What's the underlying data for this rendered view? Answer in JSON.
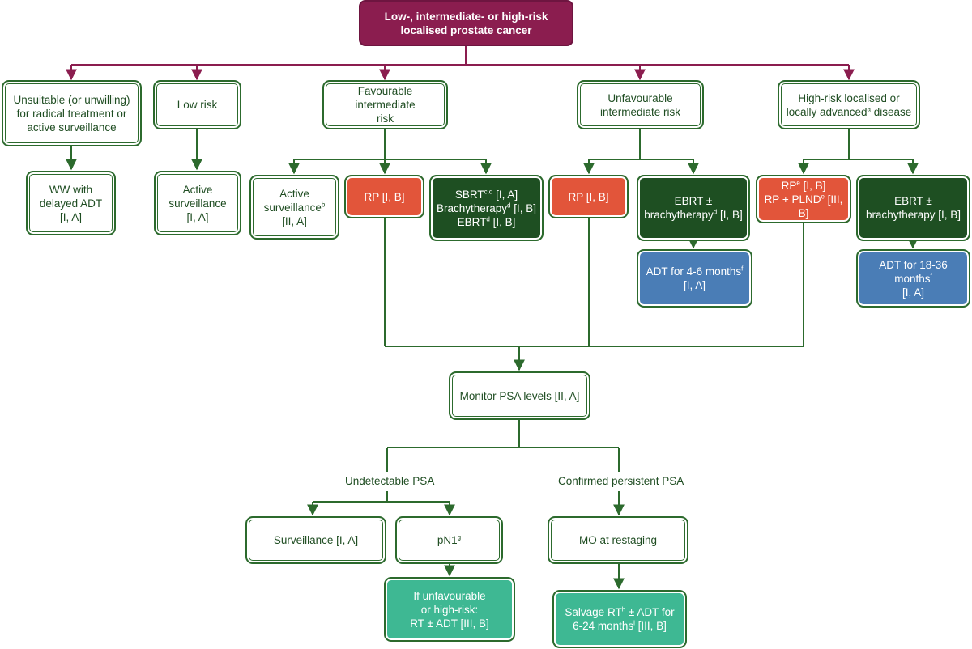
{
  "root": {
    "line1": "Low-, intermediate- or high-risk",
    "line2": "localised prostate cancer"
  },
  "categories": {
    "unsuitable": {
      "line1": "Unsuitable (or unwilling)",
      "line2": "for radical treatment or",
      "line3": "active surveillance"
    },
    "low_risk": {
      "line1": "Low risk"
    },
    "favourable": {
      "line1": "Favourable intermediate",
      "line2": "risk"
    },
    "unfavourable": {
      "line1": "Unfavourable",
      "line2": "intermediate risk"
    },
    "high_risk": {
      "line1": "High-risk localised or",
      "line2a": "locally advanced",
      "sup": "a",
      "line2b": " disease"
    }
  },
  "treatments": {
    "ww": {
      "line1": "WW with",
      "line2": "delayed ADT",
      "line3": "[I, A]"
    },
    "active_surv_low": {
      "line1": "Active",
      "line2": "surveillance",
      "line3": "[I, A]"
    },
    "active_surv_fav": {
      "line1": "Active",
      "line2": "surveillance",
      "sup": "b",
      "line3": "[II, A]"
    },
    "rp_fav": {
      "text": "RP [I, B]"
    },
    "sbrt_group": {
      "l1a": "SBRT",
      "l1sup": "c,d",
      "l1b": " [I, A]",
      "l2a": "Brachytherapy",
      "l2sup": "d",
      "l2b": " [I, B]",
      "l3a": "EBRT",
      "l3sup": "d",
      "l3b": " [I, B]"
    },
    "rp_unfav": {
      "text": "RP [I, B]"
    },
    "ebrt_unfav": {
      "line1": "EBRT ±",
      "line2a": "brachytherapy",
      "sup": "d",
      "line2b": " [I, B]"
    },
    "adt_4_6": {
      "line1a": "ADT for 4-6 months",
      "sup": "f",
      "line2": "[I, A]"
    },
    "rp_high": {
      "l1a": "RP",
      "l1sup": "e",
      "l1b": " [I, B]",
      "l2a": "RP + PLND",
      "l2sup": "e",
      "l2b": " [III, B]"
    },
    "ebrt_high": {
      "line1": "EBRT ±",
      "line2": "brachytherapy [I, B]"
    },
    "adt_18_36": {
      "line1a": "ADT for 18-36 months",
      "sup": "f",
      "line2": "[I, A]"
    }
  },
  "followup": {
    "monitor": {
      "text": "Monitor PSA levels [II, A]"
    },
    "undetectable_label": "Undetectable PSA",
    "persistent_label": "Confirmed persistent PSA",
    "surveillance": {
      "text": "Surveillance [I, A]"
    },
    "pn1": {
      "text": "pN1",
      "sup": "g"
    },
    "if_unfav": {
      "line1": "If unfavourable",
      "line2": "or high-risk:",
      "line3": "RT ± ADT [III, B]"
    },
    "mo_restaging": {
      "text": "MO at restaging"
    },
    "salvage": {
      "l1a": "Salvage RT",
      "l1sup": "h",
      "l1b": " ± ADT for",
      "l2a": "6-24 months",
      "l2sup": "i",
      "l2b": " [III, B]"
    }
  },
  "colors": {
    "maroon": "#8b1d4f",
    "dark_green": "#1e4f22",
    "line_green": "#2c6a2d",
    "orange": "#e2553a",
    "blue": "#4a7db6",
    "teal": "#3eb893"
  }
}
